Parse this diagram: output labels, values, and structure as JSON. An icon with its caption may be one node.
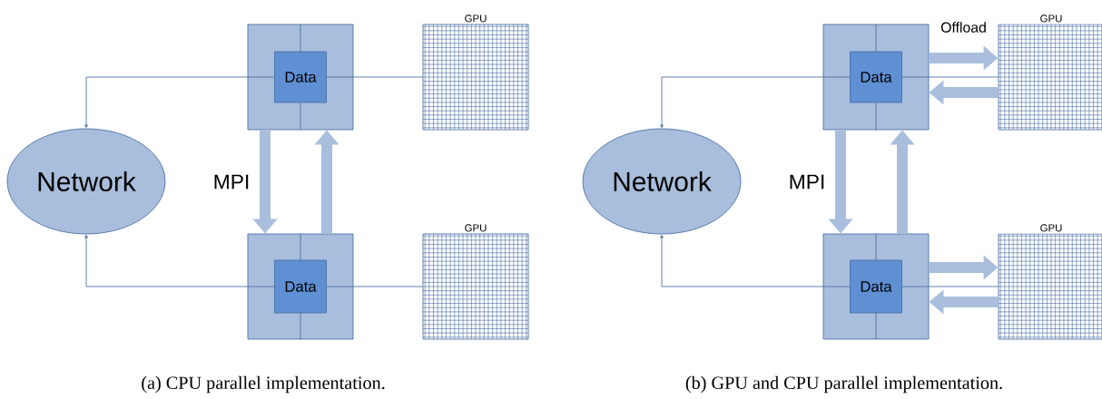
{
  "diagram": {
    "nodes": [
      {
        "text": [
          "Network"
        ]
      },
      {
        "text": [],
        "shape": "box"
      },
      {
        "text": [
          "Data"
        ],
        "in": 1
      },
      {
        "text": [
          "GPU"
        ]
      },
      {
        "text": [],
        "shape": "box"
      },
      {
        "text": [
          "Data"
        ],
        "in": 4
      },
      {
        "text": [
          "GPU"
        ]
      },
      {
        "text": [
          "Network"
        ]
      },
      {
        "text": [],
        "shape": "box"
      },
      {
        "text": [
          "Data"
        ],
        "in": 8
      },
      {
        "text": [
          "GPU"
        ]
      },
      {
        "text": [],
        "shape": "box"
      },
      {
        "text": [
          "Data"
        ],
        "in": 11
      },
      {
        "text": [
          "GPU"
        ]
      }
    ],
    "edges": [
      {
        "from": 2,
        "to": 0,
        "arrow": "to"
      },
      {
        "from": 2,
        "to": 3,
        "arrow": "none"
      },
      {
        "from": 5,
        "to": 0,
        "arrow": "to"
      },
      {
        "from": 5,
        "to": 6,
        "arrow": "none"
      },
      {
        "from": 1,
        "to": 4,
        "arrow": "to",
        "style": "thick",
        "color": "#a9bedc",
        "label": "MPI"
      },
      {
        "from": 4,
        "to": 1,
        "arrow": "to",
        "style": "thick",
        "color": "#a9bedc"
      },
      {
        "from": 9,
        "to": 7,
        "arrow": "to"
      },
      {
        "from": 9,
        "to": 10,
        "arrow": "none"
      },
      {
        "from": 12,
        "to": 7,
        "arrow": "to"
      },
      {
        "from": 12,
        "to": 13,
        "arrow": "none"
      },
      {
        "from": 8,
        "to": 11,
        "arrow": "to",
        "style": "thick",
        "color": "#a9bedc",
        "label": "MPI"
      },
      {
        "from": 11,
        "to": 8,
        "arrow": "to",
        "style": "thick",
        "color": "#a9bedc"
      },
      {
        "from": 8,
        "to": 10,
        "arrow": "to",
        "style": "thick",
        "color": "#a9bedc",
        "label": "Offload"
      },
      {
        "from": 10,
        "to": 8,
        "arrow": "to",
        "style": "thick",
        "color": "#a9bedc"
      },
      {
        "from": 11,
        "to": 13,
        "arrow": "to",
        "style": "thick",
        "color": "#a9bedc"
      },
      {
        "from": 13,
        "to": 11,
        "arrow": "to",
        "style": "thick",
        "color": "#a9bedc"
      }
    ],
    "labels": [
      "(a)  CPU parallel implementation.",
      "(b)  GPU and CPU parallel implementation."
    ]
  }
}
